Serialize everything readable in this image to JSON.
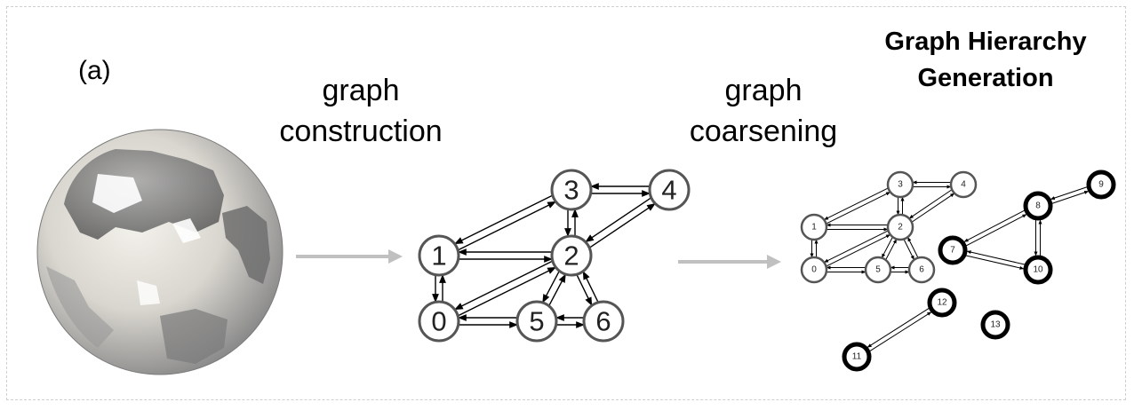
{
  "panel_label": "(a)",
  "title": [
    "Graph Hierarchy",
    "Generation"
  ],
  "step1": [
    "graph",
    "construction"
  ],
  "step2": [
    "graph",
    "coarsening"
  ],
  "graph_a": {
    "nodes": [
      {
        "id": "0",
        "label": "0"
      },
      {
        "id": "1",
        "label": "1"
      },
      {
        "id": "2",
        "label": "2"
      },
      {
        "id": "3",
        "label": "3"
      },
      {
        "id": "4",
        "label": "4"
      },
      {
        "id": "5",
        "label": "5"
      },
      {
        "id": "6",
        "label": "6"
      }
    ],
    "edges": [
      [
        "1",
        "3"
      ],
      [
        "1",
        "2"
      ],
      [
        "1",
        "0"
      ],
      [
        "3",
        "2"
      ],
      [
        "3",
        "4"
      ],
      [
        "4",
        "2"
      ],
      [
        "0",
        "2"
      ],
      [
        "0",
        "5"
      ],
      [
        "5",
        "2"
      ],
      [
        "5",
        "6"
      ],
      [
        "6",
        "2"
      ]
    ]
  },
  "graph_b": {
    "fine_nodes": [
      "0",
      "1",
      "2",
      "3",
      "4",
      "5",
      "6"
    ],
    "coarse_nodes": [
      "7",
      "8",
      "9",
      "10",
      "11",
      "12",
      "13"
    ],
    "coarse_edges": [
      [
        "8",
        "9"
      ],
      [
        "8",
        "7"
      ],
      [
        "8",
        "10"
      ],
      [
        "7",
        "10"
      ],
      [
        "11",
        "12"
      ]
    ]
  },
  "colors": {
    "node_stroke": "#555555",
    "coarse_stroke": "#000000",
    "arrow": "#c0c0c0"
  }
}
